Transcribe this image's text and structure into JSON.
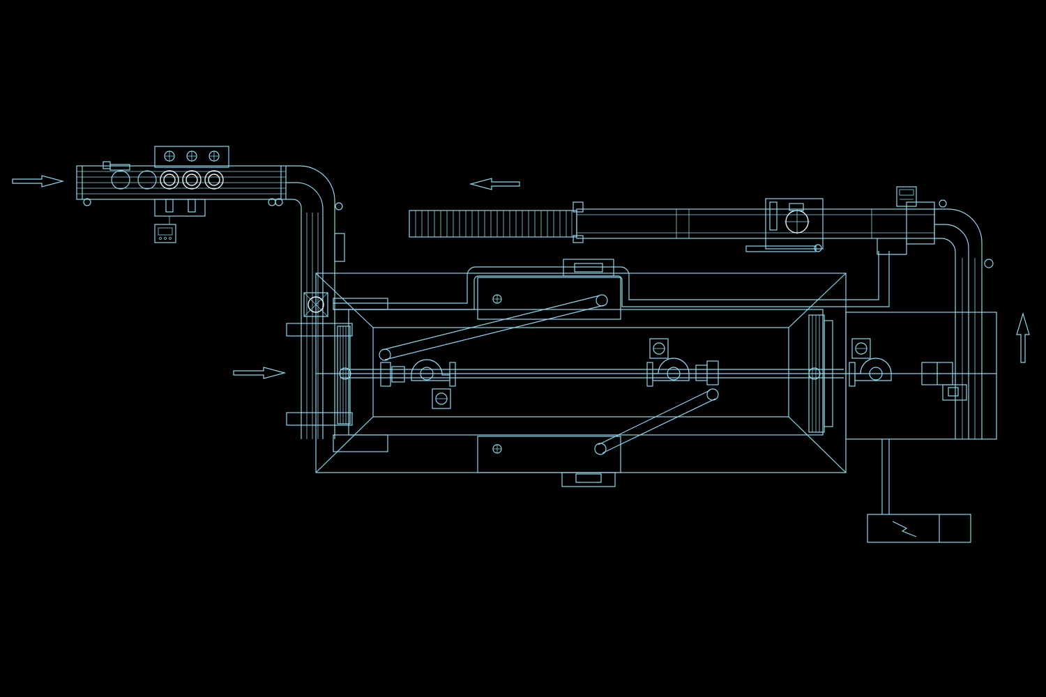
{
  "diagram": {
    "background_color": "#000000",
    "line_color": "#8fd8ee",
    "highlight_color": "#e8f7ff",
    "icons": [
      "flow-arrow-icon",
      "control-panel-icon",
      "electrical-box-icon",
      "fan-icon",
      "motor-icon"
    ],
    "flow_directions": {
      "infeed_top_left": "right",
      "return_conveyor": "left",
      "infeed_middle_left": "right",
      "outfeed_right": "up"
    }
  }
}
